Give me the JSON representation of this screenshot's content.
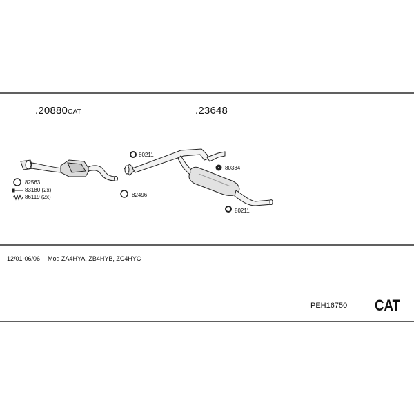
{
  "parts": {
    "catalyst": {
      "number": ".20880",
      "suffix": "CAT"
    },
    "rear_section": {
      "number": ".23648"
    }
  },
  "small_parts": {
    "p82563": "82563",
    "p83180": "83180 (2x)",
    "p86119": "86119 (2x)",
    "p80211_top": "80211",
    "p82496": "82496",
    "p80334": "80334",
    "p80211_bottom": "80211"
  },
  "info": {
    "date_range": "12/01-06/06",
    "models": "Mod ZA4HYA, ZB4HYB, ZC4HYC"
  },
  "reference": "PEH16750",
  "badge": "CAT"
}
